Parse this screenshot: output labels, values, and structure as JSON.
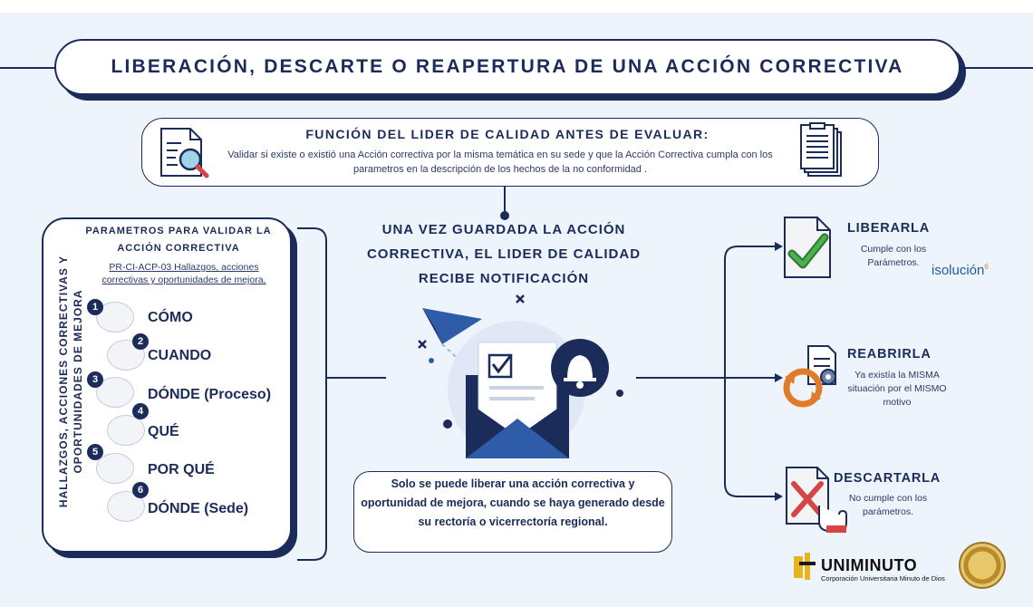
{
  "title": "LIBERACIÓN, DESCARTE O REAPERTURA DE UNA ACCIÓN CORRECTIVA",
  "function_box": {
    "title": "FUNCIÓN DEL LIDER DE CALIDAD ANTES DE EVALUAR:",
    "description": "Validar si existe o existió una Acción correctiva por la misma temática en su sede y que la Acción Correctiva cumpla con los parametros en la descripción de los hechos de la no conformidad ."
  },
  "parameters": {
    "title": "PARAMETROS PARA VALIDAR LA ACCIÓN CORRECTIVA",
    "reference": "PR-CI-ACP-03 Hallazgos, acciones correctivas y oportunidades de mejora,",
    "vertical_label_line1": "HALLAZGOS, ACCIONES CORRECTIVAS Y",
    "vertical_label_line2": "OPORTUNIDADES DE MEJORA",
    "items": [
      {
        "number": "1",
        "label": "CÓMO",
        "icon": "how-icon"
      },
      {
        "number": "2",
        "label": "CUANDO",
        "icon": "calendar-icon"
      },
      {
        "number": "3",
        "label": "DÓNDE (Proceso)",
        "icon": "process-icon"
      },
      {
        "number": "4",
        "label": "QUÉ",
        "icon": "question-icon"
      },
      {
        "number": "5",
        "label": "POR QUÉ",
        "icon": "why-icon"
      },
      {
        "number": "6",
        "label": "DÓNDE (Sede)",
        "icon": "building-icon"
      }
    ]
  },
  "center": {
    "heading": "UNA VEZ GUARDADA LA ACCIÓN CORRECTIVA, EL LIDER DE CALIDAD RECIBE NOTIFICACIÓN",
    "note": "Solo se puede liberar una acción correctiva y oportunidad de mejora, cuando se haya generado desde su rectoría o vicerrectoría regional."
  },
  "outcomes": [
    {
      "title": "LIBERARLA",
      "description": "Cumple con los Parámetros.",
      "icon": "checkmark-document-icon"
    },
    {
      "title": "REABRIRLA",
      "description": "Ya existía la MISMA situación por el MISMO motivo",
      "icon": "reopen-gear-icon"
    },
    {
      "title": "DESCARTARLA",
      "description": "No cumple con los parámetros.",
      "icon": "discard-document-icon"
    }
  ],
  "isolucion": {
    "name": "isolución",
    "version": "6"
  },
  "logo": {
    "name": "UNIMINUTO",
    "subtitle": "Corporación Universitaria Minuto de Dios"
  },
  "colors": {
    "navy": "#1b2b5a",
    "accent_blue": "#2f5ca8",
    "green": "#3e9a3e",
    "red": "#d64545",
    "background": "#eef4fb"
  }
}
